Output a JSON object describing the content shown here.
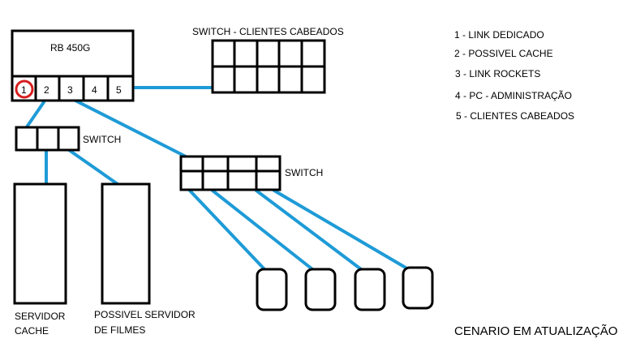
{
  "router": {
    "label": "RB 450G",
    "ports": [
      "1",
      "2",
      "3",
      "4",
      "5"
    ],
    "highlight_color": "#d81e1e"
  },
  "switches": {
    "clientes_label": "SWITCH - CLIENTES CABEADOS",
    "cache_label": "SWITCH",
    "rockets_label": "SWITCH"
  },
  "servers": {
    "cache_line1": "SERVIDOR",
    "cache_line2": "CACHE",
    "filmes_line1": "POSSIVEL SERVIDOR",
    "filmes_line2": "DE FILMES"
  },
  "legend": [
    "1 - LINK DEDICADO",
    "2 - POSSIVEL CACHE",
    "3 - LINK ROCKETS",
    "4 - PC - ADMINISTRAÇÃO",
    "5 - CLIENTES CABEADOS"
  ],
  "footer": "CENARIO EM ATUALIZAÇÃO",
  "colors": {
    "link": "#1e9bd7",
    "outline": "#000000",
    "background": "#ffffff"
  }
}
